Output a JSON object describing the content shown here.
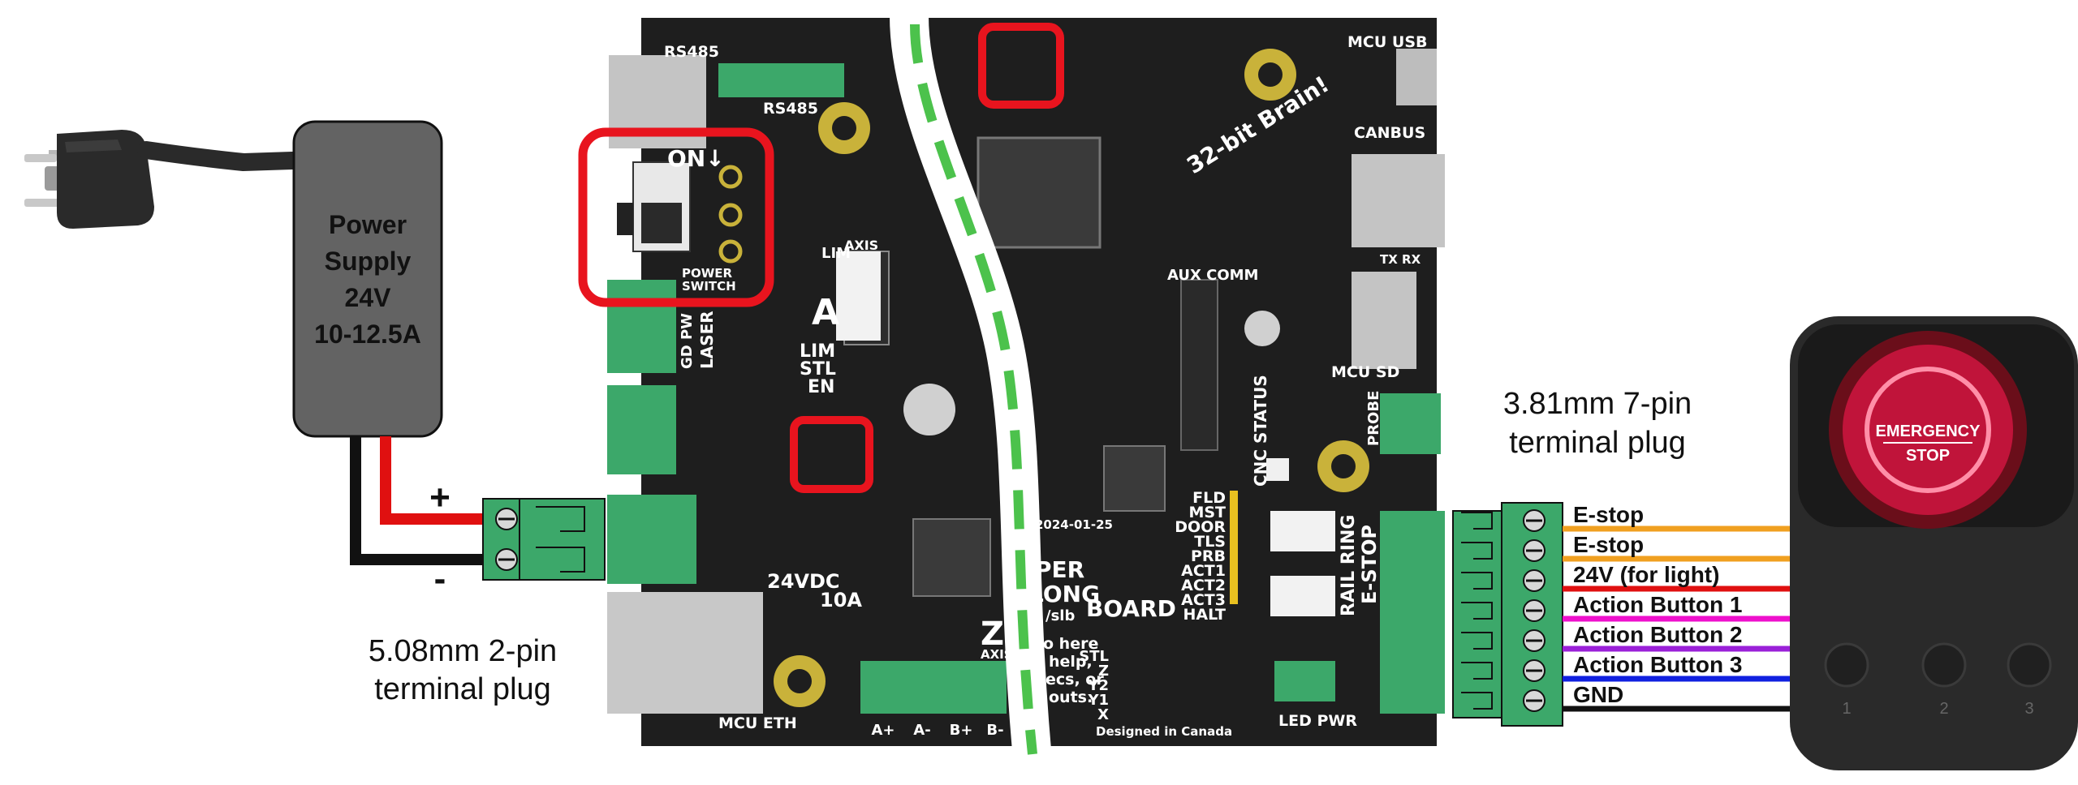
{
  "power_supply": {
    "line1": "Power",
    "line2": "Supply",
    "line3": "24V",
    "line4": "10-12.5A",
    "plus": "+",
    "minus": "-"
  },
  "left_plug": {
    "line1": "5.08mm 2-pin",
    "line2": "terminal plug"
  },
  "right_plug": {
    "line1": "3.81mm 7-pin",
    "line2": "terminal plug"
  },
  "wires": [
    {
      "label": "E-stop",
      "color": "#f0a020"
    },
    {
      "label": "E-stop",
      "color": "#f0a020"
    },
    {
      "label": "24V (for light)",
      "color": "#e01010"
    },
    {
      "label": "Action Button 1",
      "color": "#ee10cc"
    },
    {
      "label": "Action Button 2",
      "color": "#9a20d8"
    },
    {
      "label": "Action Button 3",
      "color": "#1020e0"
    },
    {
      "label": "GND",
      "color": "#111111"
    }
  ],
  "estop": {
    "line1": "EMERGENCY",
    "line2": "STOP",
    "buttons": [
      "1",
      "2",
      "3"
    ]
  },
  "board": {
    "rs485_a": "RS485",
    "rs485_b": "RS485",
    "on": "ON↓",
    "power_switch_1": "POWER",
    "power_switch_2": "SWITCH",
    "lim": "LIM",
    "stl": "STL",
    "en": "EN",
    "laser": "LASER",
    "gd_pw": "GD PW",
    "axis": "AXIS",
    "a_letter": "A",
    "z_letter": "Z",
    "axis_bottom": "AXIS",
    "vdc": "24VDC",
    "amps": "10A",
    "mcu_eth": "MCU ETH",
    "brain": "32-bit Brain!",
    "mcu_usb": "MCU USB",
    "canbus": "CANBUS",
    "aux_comm": "AUX COMM",
    "mcu_sd": "MCU SD",
    "tx_rx": "TX RX",
    "cnc_status": "CNC STATUS",
    "probe": "PROBE",
    "estop_conn": "E-STOP",
    "rail_ring": "RAIL RING",
    "led_pwr": "LED PWR",
    "designed": "Designed in Canada",
    "date": "2024-01-25",
    "status_leds": [
      "FLD",
      "MST",
      "DOOR",
      "TLS",
      "PRB",
      "ACT1",
      "ACT2",
      "ACT3",
      "HALT"
    ],
    "stepper_pins": [
      "A+",
      "A-",
      "B+",
      "B-"
    ],
    "axis_list": [
      "STL",
      "Z",
      "Y2",
      "Y1",
      "X"
    ],
    "board_name_1": "PER",
    "board_name_2": "LONG",
    "board_name_3": "BOARD",
    "url": "/slb",
    "help_1": "o here",
    "help_2": "help,",
    "help_3": "ecs, or",
    "help_4": "outs."
  },
  "colors": {
    "pcb": "#1e1e1e",
    "terminal": "#3ca86a",
    "highlight": "#e8141e",
    "divider": "#4cc24c"
  }
}
